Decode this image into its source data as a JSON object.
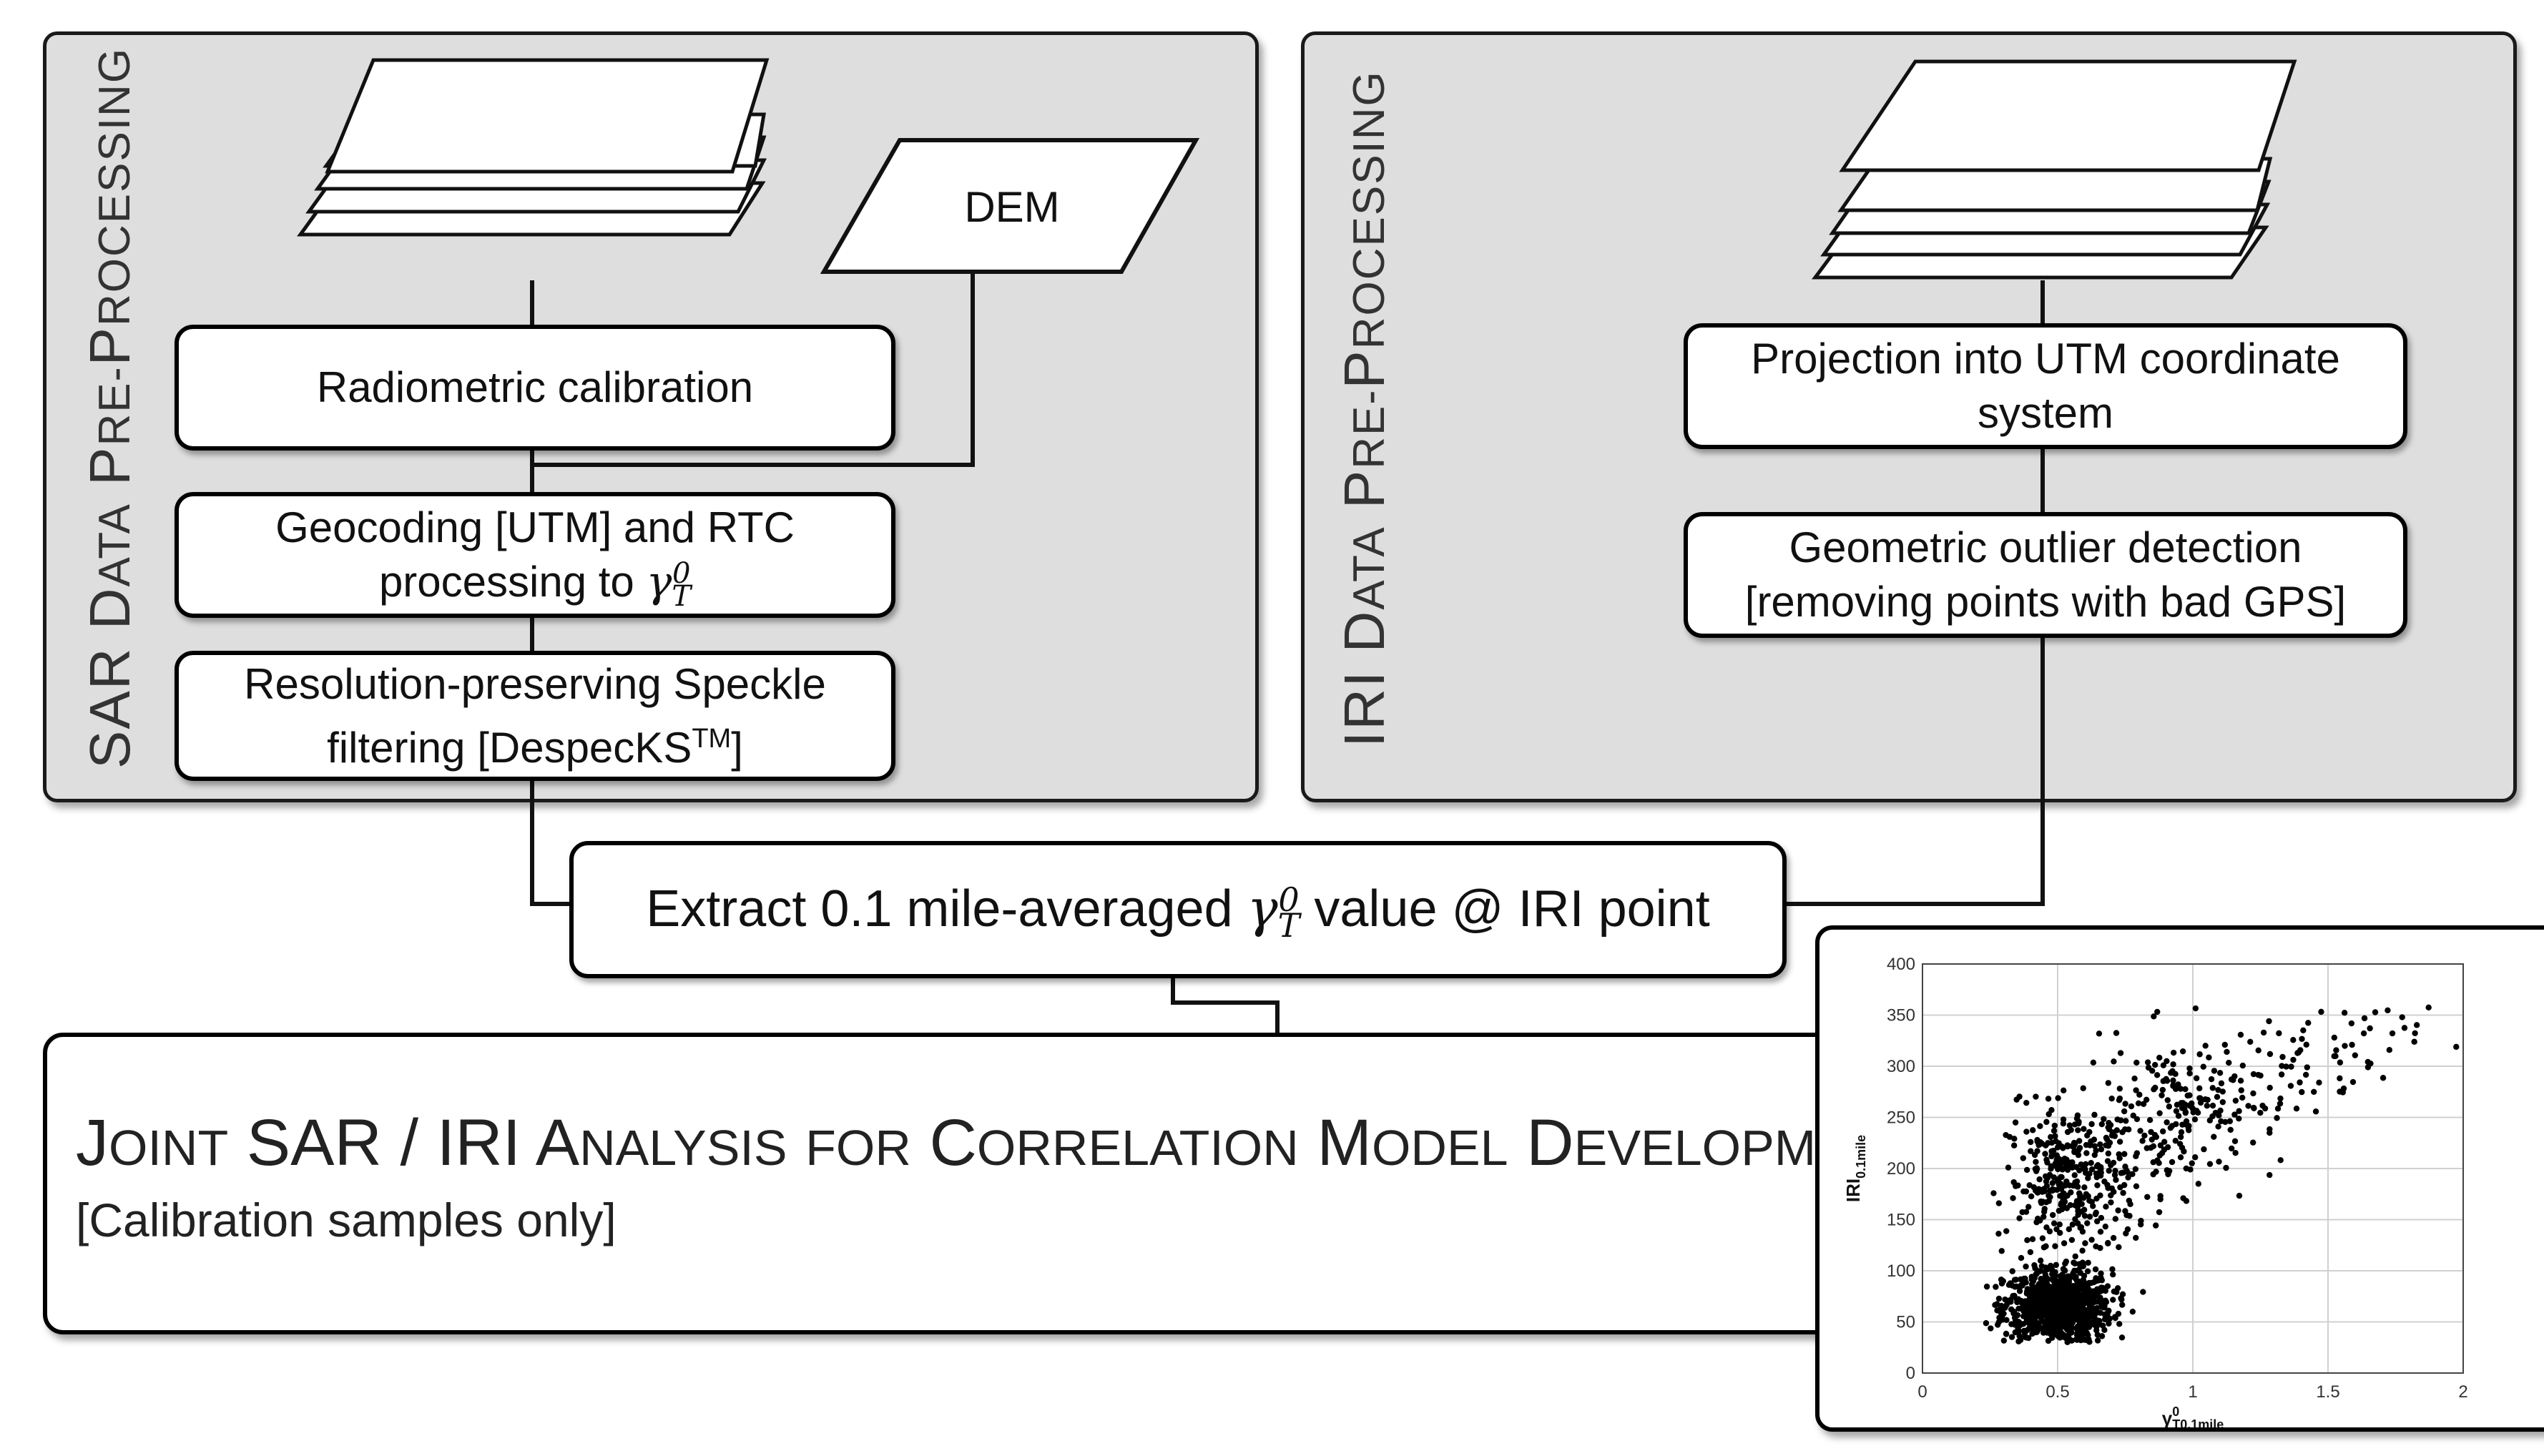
{
  "sar_panel": {
    "title_word1": "SAR",
    "title_word2": "Data",
    "title_word3": "Pre-Processing",
    "step1": "Radiometric calibration",
    "step2_line1": "Geocoding [UTM] and RTC",
    "step2_line2_text": "processing to ",
    "step3_line1": "Resolution-preserving Speckle",
    "step3_line2_text": "filtering [DespecKS",
    "step3_tm": "TM",
    "step3_end": "]",
    "dem_label": "DEM"
  },
  "iri_panel": {
    "title_word1": "IRI",
    "title_word2": "Data",
    "title_word3": "Pre-Processing",
    "step1_line1": "Projection into UTM coordinate",
    "step1_line2": "system",
    "step2_line1": "Geometric outlier detection",
    "step2_line2": "[removing points with bad GPS]"
  },
  "extract_box": {
    "text_before": "Extract 0.1 mile-averaged ",
    "text_after": " value @ IRI point"
  },
  "symbol": {
    "base": "γ",
    "sup": "0",
    "sub": "T"
  },
  "joint_box": {
    "title": "Joint SAR / IRI Analysis for Correlation Model Development",
    "subtitle": "[Calibration samples only]"
  },
  "chart_data": {
    "type": "scatter",
    "xlabel_base": "γ",
    "xlabel_sup": "0",
    "xlabel_sub": "T0.1mile",
    "ylabel_base": "IRI",
    "ylabel_sub": "0.1mile",
    "xlim": [
      0,
      2
    ],
    "ylim": [
      0,
      400
    ],
    "x_ticks": [
      "0",
      "0.5",
      "1",
      "1.5",
      "2"
    ],
    "y_ticks": [
      "0",
      "50",
      "100",
      "150",
      "200",
      "250",
      "300",
      "350",
      "400"
    ],
    "grid": true,
    "points_note_clusters": [
      {
        "x_center": 0.5,
        "y_center": 65,
        "x_spread": 0.1,
        "y_spread": 18,
        "count": 900
      },
      {
        "x_center": 0.55,
        "y_center": 185,
        "x_spread": 0.12,
        "y_spread": 38,
        "count": 350
      },
      {
        "x_center": 0.95,
        "y_center": 255,
        "x_spread": 0.2,
        "y_spread": 38,
        "count": 240
      },
      {
        "x_center": 1.45,
        "y_center": 300,
        "x_spread": 0.2,
        "y_spread": 30,
        "count": 70
      }
    ]
  }
}
